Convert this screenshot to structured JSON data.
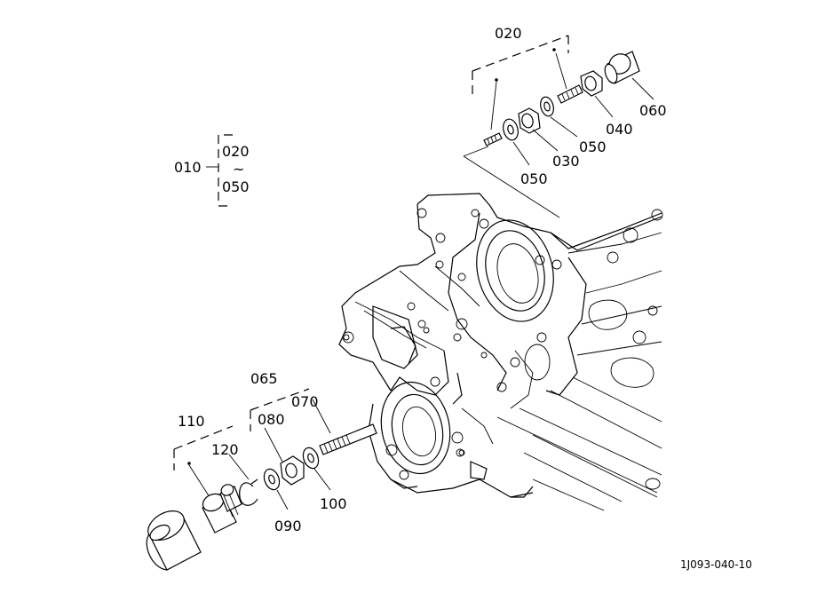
{
  "parts": {
    "p010": "010",
    "p020": "020",
    "p030": "030",
    "p040": "040",
    "p050a": "050",
    "p050b": "050",
    "p060": "060",
    "p065": "065",
    "p070": "070",
    "p080": "080",
    "p090": "090",
    "p100": "100",
    "p110": "110",
    "p120": "120"
  },
  "group010": {
    "from": "020",
    "tilde": "~",
    "to": "050"
  },
  "figure_code": "1J093-040-10"
}
